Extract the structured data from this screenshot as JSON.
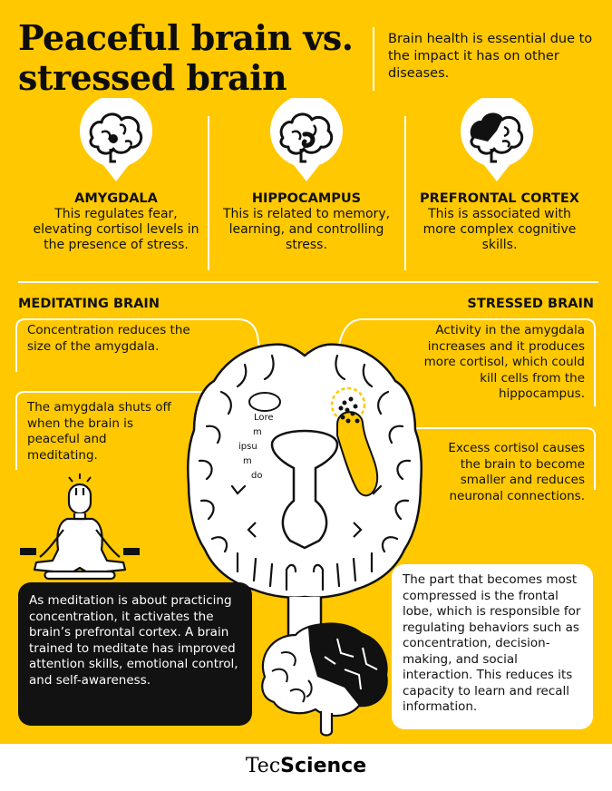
{
  "title": "Peaceful brain vs. stressed brain",
  "intro": "Brain health is essential due to the impact it has on other diseases.",
  "regions": [
    {
      "name": "AMYGDALA",
      "desc": "This regulates fear, elevating cortisol levels in the presence of stress.",
      "icon": "brain-amygdala-icon"
    },
    {
      "name": "HIPPOCAMPUS",
      "desc": "This is related to memory, learning, and controlling stress.",
      "icon": "brain-hippocampus-icon"
    },
    {
      "name": "PREFRONTAL CORTEX",
      "desc": "This is associated with more complex cognitive skills.",
      "icon": "brain-prefrontal-icon"
    }
  ],
  "meditating": {
    "title": "MEDITATING BRAIN",
    "notes": [
      "Concentration reduces the size of the amygdala.",
      "The amygdala shuts off when the brain is peaceful and meditating."
    ],
    "card": "As meditation is about practicing concentration, it activates the brain’s prefrontal cortex. A brain trained to meditate has improved attention skills, emotional control, and self-awareness."
  },
  "stressed": {
    "title": "STRESSED BRAIN",
    "notes": [
      "Activity in the amygdala increases and it produces more cortisol, which could kill cells from the hippocampus.",
      "Excess cortisol causes the brain to become smaller and reduces neuronal connections."
    ],
    "card": "The part that becomes most compressed is the frontal lobe, which is responsible for regulating behaviors such as concentration, decision-making, and social interaction. This reduces its capacity to learn and recall information."
  },
  "placeholder": [
    "Lore",
    "m",
    "ipsu",
    "m",
    "do"
  ],
  "logo": {
    "part1": "Tec",
    "part2": "Science"
  },
  "colors": {
    "background": "#ffc800",
    "ink": "#111111",
    "card_dark": "#121212",
    "card_light": "#ffffff",
    "highlight": "#ffc800"
  }
}
